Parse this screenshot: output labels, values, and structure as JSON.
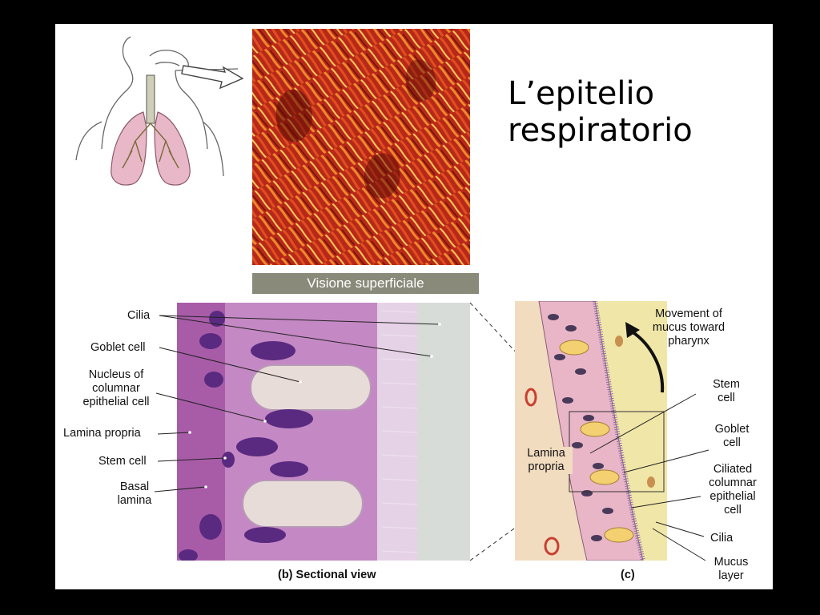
{
  "title": {
    "line1": "L’epitelio",
    "line2": "respiratorio"
  },
  "surface_view": {
    "caption": "Visione superficiale"
  },
  "sectional_view": {
    "caption": "(b) Sectional view",
    "labels": {
      "cilia": "Cilia",
      "goblet_cell": "Goblet cell",
      "nucleus_line1": "Nucleus of",
      "nucleus_line2": "columnar",
      "nucleus_line3": "epithelial cell",
      "lamina_propria": "Lamina propria",
      "stem_cell": "Stem cell",
      "basal_line1": "Basal",
      "basal_line2": "lamina"
    }
  },
  "diagram_c": {
    "caption": "(c)",
    "labels": {
      "movement_line1": "Movement of",
      "movement_line2": "mucus toward",
      "movement_line3": "pharynx",
      "stem_line1": "Stem",
      "stem_line2": "cell",
      "goblet_line1": "Goblet",
      "goblet_line2": "cell",
      "ciliated_line1": "Ciliated",
      "ciliated_line2": "columnar",
      "ciliated_line3": "epithelial",
      "ciliated_line4": "cell",
      "cilia": "Cilia",
      "mucus_line1": "Mucus",
      "mucus_line2": "layer",
      "lamina_line1": "Lamina",
      "lamina_line2": "propria"
    }
  },
  "colors": {
    "background": "#000000",
    "slide": "#ffffff",
    "caption_bar": "#8a8a7a",
    "tissue_purple": "#b46ab8",
    "surface_red": "#c8321c",
    "diagram_pink": "#e9b6c8"
  }
}
